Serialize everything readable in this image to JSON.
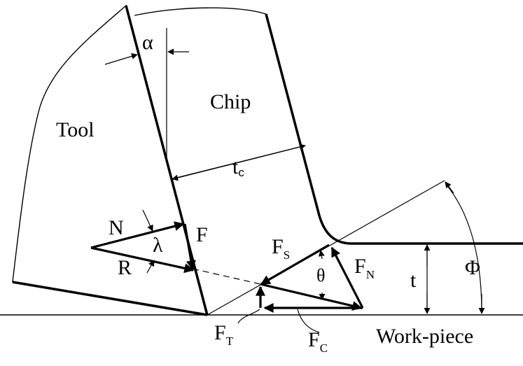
{
  "labels": {
    "alpha": "α",
    "chip": "Chip",
    "tool": "Tool",
    "tc_main": "t",
    "tc_sub": "c",
    "N": "N",
    "F": "F",
    "lambda": "λ",
    "R": "R",
    "FS_main": "F",
    "FS_sub": "S",
    "theta": "θ",
    "FN_main": "F",
    "FN_sub": "N",
    "t": "t",
    "phi": "Φ",
    "FT_main": "F",
    "FT_sub": "T",
    "FC_main": "F",
    "FC_sub": "C",
    "workpiece": "Work-piece"
  },
  "colors": {
    "ink": "#000000",
    "background": "#ffffff"
  }
}
